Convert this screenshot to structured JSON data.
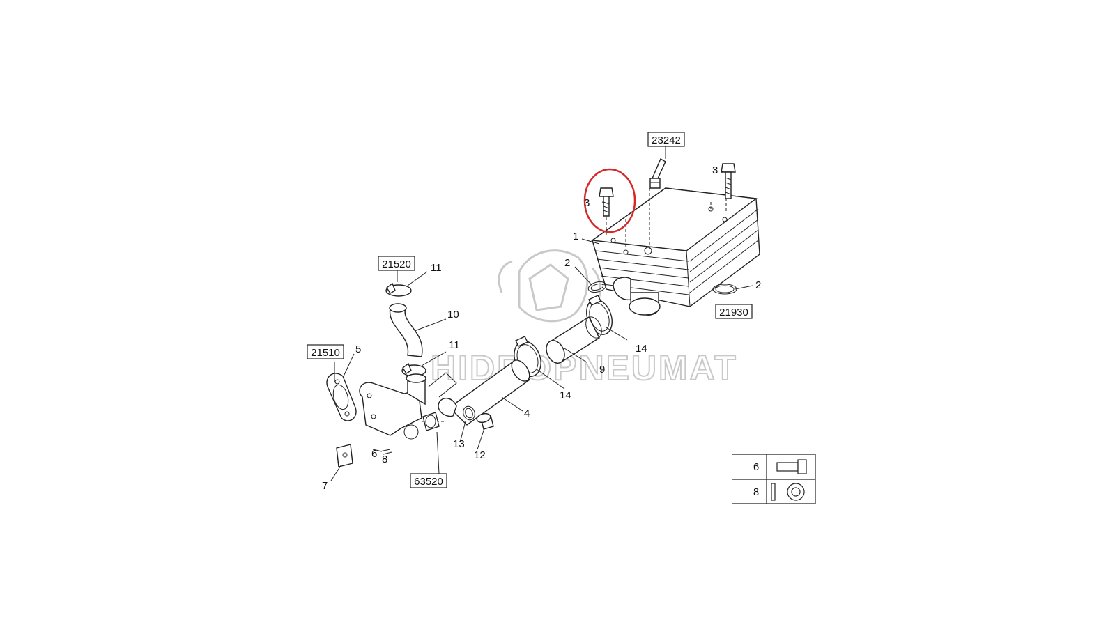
{
  "diagram": {
    "watermark": "HIDROPNEUMAT",
    "reference_codes": [
      "23242",
      "21520",
      "21510",
      "21930",
      "63520"
    ],
    "callouts": [
      "1",
      "2",
      "2",
      "2",
      "3",
      "3",
      "4",
      "5",
      "6",
      "7",
      "8",
      "9",
      "10",
      "11",
      "11",
      "12",
      "13",
      "14",
      "14"
    ],
    "legend": {
      "rows": [
        {
          "number": "6",
          "icon": "bolt-icon"
        },
        {
          "number": "8",
          "icon": "washer-icon"
        }
      ]
    },
    "highlight_color": "#d62828"
  }
}
